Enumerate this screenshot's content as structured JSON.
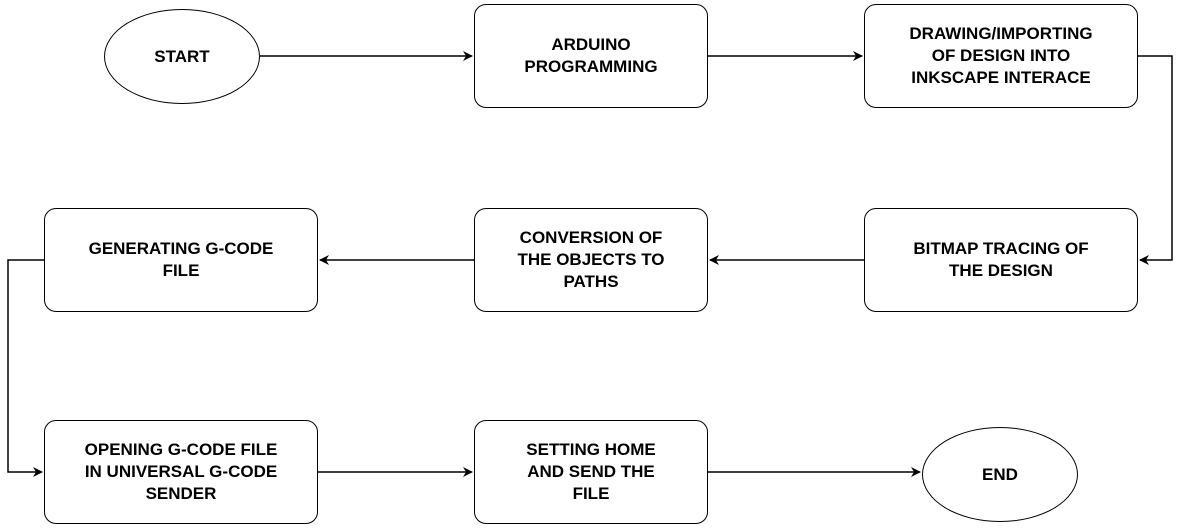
{
  "flowchart": {
    "nodes": {
      "start": "START",
      "arduino": "ARDUINO\nPROGRAMMING",
      "drawing": "DRAWING/IMPORTING\nOF DESIGN INTO\nINKSCAPE INTERACE",
      "bitmap": "BITMAP TRACING OF\nTHE DESIGN",
      "conversion": "CONVERSION OF\nTHE OBJECTS TO\nPATHS",
      "generating": "GENERATING G-CODE\nFILE",
      "opening": "OPENING G-CODE FILE\nIN UNIVERSAL G-CODE\nSENDER",
      "setting": "SETTING HOME\nAND SEND THE\nFILE",
      "end": "END"
    },
    "edges": [
      [
        "start",
        "arduino"
      ],
      [
        "arduino",
        "drawing"
      ],
      [
        "drawing",
        "bitmap"
      ],
      [
        "bitmap",
        "conversion"
      ],
      [
        "conversion",
        "generating"
      ],
      [
        "generating",
        "opening"
      ],
      [
        "opening",
        "setting"
      ],
      [
        "setting",
        "end"
      ]
    ]
  }
}
